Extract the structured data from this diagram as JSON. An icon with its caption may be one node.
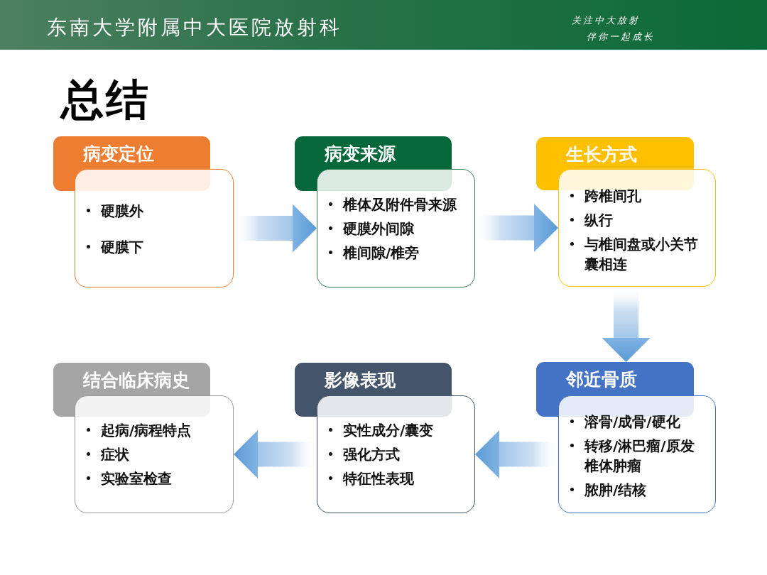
{
  "diagram": {
    "title": "总结",
    "nodes": [
      {
        "text": [
          "病变定位"
        ]
      },
      {
        "text": [
          "硬膜外",
          "硬膜下"
        ]
      },
      {
        "text": [
          "病变来源"
        ]
      },
      {
        "text": [
          "椎体及附件骨来源",
          "硬膜外间隙",
          "椎间隙/椎旁"
        ]
      },
      {
        "text": [
          "生长方式"
        ]
      },
      {
        "text": [
          "跨椎间孔",
          "纵行",
          "与椎间盘或小关节囊相连"
        ]
      },
      {
        "text": [
          "邻近骨质"
        ]
      },
      {
        "text": [
          "溶骨/成骨/硬化",
          "转移/淋巴瘤/原发椎体肿瘤",
          "脓肿/结核"
        ]
      },
      {
        "text": [
          "影像表现"
        ]
      },
      {
        "text": [
          "实性成分/囊变",
          "强化方式",
          "特征性表现"
        ]
      },
      {
        "text": [
          "结合临床病史"
        ]
      },
      {
        "text": [
          "起病/病程特点",
          "症状",
          "实验室检查"
        ]
      }
    ],
    "edges": [
      {
        "from": 1,
        "to": 3,
        "arrow": "to"
      },
      {
        "from": 3,
        "to": 5,
        "arrow": "to"
      },
      {
        "from": 5,
        "to": 6,
        "arrow": "to"
      },
      {
        "from": 7,
        "to": 9,
        "arrow": "to"
      },
      {
        "from": 9,
        "to": 11,
        "arrow": "to"
      }
    ],
    "labels": [
      "东南大学附属中大医院放射科",
      "关注中大放射",
      "伴你一起成长"
    ]
  }
}
